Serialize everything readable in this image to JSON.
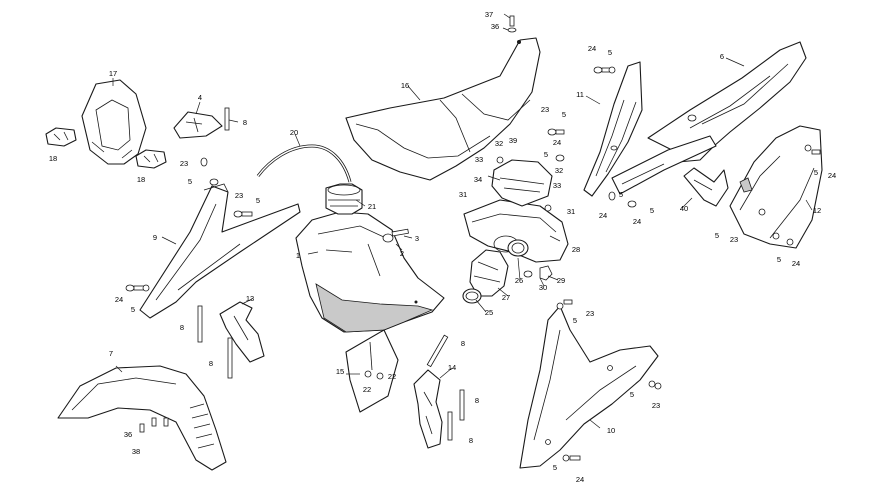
{
  "diagram": {
    "labels": {
      "p1": "1",
      "p2": "2",
      "p3": "3",
      "p4": "4",
      "p5a": "5",
      "p5b": "5",
      "p5c": "5",
      "p5d": "5",
      "p5e": "5",
      "p5f": "5",
      "p5g": "5",
      "p5h": "5",
      "p5i": "5",
      "p5j": "5",
      "p5k": "5",
      "p5l": "5",
      "p5m": "5",
      "p6": "6",
      "p7": "7",
      "p8a": "8",
      "p8b": "8",
      "p8c": "8",
      "p8d": "8",
      "p8e": "8",
      "p8f": "8",
      "p10": "10",
      "p11": "11",
      "p12": "12",
      "p13": "13",
      "p14": "14",
      "p15": "15",
      "p16": "16",
      "p17": "17",
      "p18a": "18",
      "p18b": "18",
      "p20": "20",
      "p21": "21",
      "p22a": "22",
      "p22b": "22",
      "p23a": "23",
      "p23b": "23",
      "p23c": "23",
      "p23d": "23",
      "p23e": "23",
      "p23f": "23",
      "p24a": "24",
      "p24b": "24",
      "p24c": "24",
      "p24d": "24",
      "p24e": "24",
      "p24f": "24",
      "p24g": "24",
      "p24h": "24",
      "p25": "25",
      "p26": "26",
      "p27": "27",
      "p28": "28",
      "p29": "29",
      "p30": "30",
      "p31a": "31",
      "p31b": "31",
      "p32a": "32",
      "p32b": "32",
      "p33a": "33",
      "p33b": "33",
      "p34": "34",
      "p36a": "36",
      "p36b": "36",
      "p37": "37",
      "p38": "38",
      "p39": "39",
      "p40": "40",
      "p9": "9"
    }
  }
}
